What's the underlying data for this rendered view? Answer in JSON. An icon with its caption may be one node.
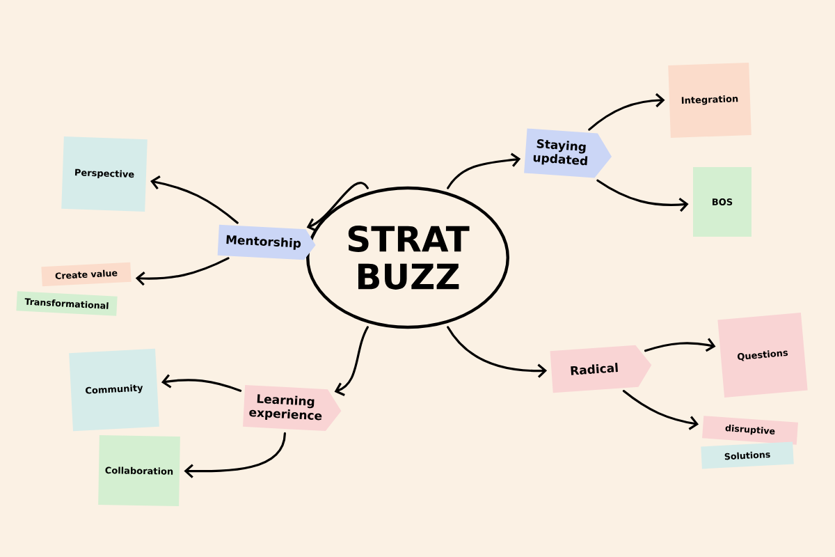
{
  "diagram": {
    "nodes": [
      {
        "text": [
          "STRAT BUZZ"
        ]
      },
      {
        "text": [
          "Mentorship"
        ]
      },
      {
        "text": [
          "Perspective"
        ]
      },
      {
        "text": [
          "Create value"
        ]
      },
      {
        "text": [
          "Transformational"
        ]
      },
      {
        "text": [
          "Staying updated"
        ]
      },
      {
        "text": [
          "Integration"
        ]
      },
      {
        "text": [
          "BOS"
        ]
      },
      {
        "text": [
          "Learning experience"
        ]
      },
      {
        "text": [
          "Community"
        ]
      },
      {
        "text": [
          "Collaboration"
        ]
      },
      {
        "text": [
          "Radical"
        ]
      },
      {
        "text": [
          "Questions"
        ]
      },
      {
        "text": [
          "disruptive"
        ]
      },
      {
        "text": [
          "Solutions"
        ]
      }
    ],
    "edges": [
      {
        "from": 0,
        "to": 1,
        "arrow": "to"
      },
      {
        "from": 1,
        "to": 2,
        "arrow": "to"
      },
      {
        "from": 1,
        "to": 3,
        "arrow": "to"
      },
      {
        "from": 0,
        "to": 5,
        "arrow": "to"
      },
      {
        "from": 5,
        "to": 6,
        "arrow": "to"
      },
      {
        "from": 5,
        "to": 7,
        "arrow": "to"
      },
      {
        "from": 0,
        "to": 8,
        "arrow": "to"
      },
      {
        "from": 8,
        "to": 9,
        "arrow": "to"
      },
      {
        "from": 8,
        "to": 10,
        "arrow": "to"
      },
      {
        "from": 0,
        "to": 11,
        "arrow": "to"
      },
      {
        "from": 11,
        "to": 12,
        "arrow": "to"
      },
      {
        "from": 11,
        "to": 13,
        "arrow": "to"
      }
    ]
  }
}
